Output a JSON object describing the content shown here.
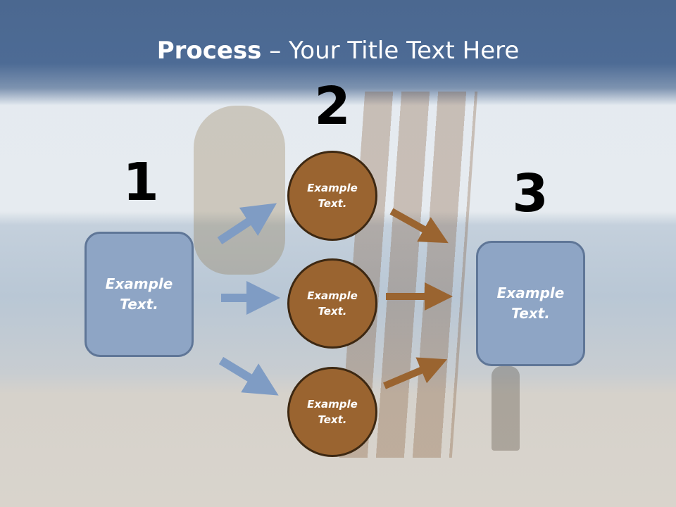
{
  "title": {
    "bold": "Process",
    "rest": " – Your Title Text Here"
  },
  "steps": [
    {
      "number": "1",
      "text_line1": "Example",
      "text_line2": "Text."
    },
    {
      "number": "2",
      "circles": [
        {
          "text_line1": "Example",
          "text_line2": "Text."
        },
        {
          "text_line1": "Example",
          "text_line2": "Text."
        },
        {
          "text_line1": "Example",
          "text_line2": "Text."
        }
      ]
    },
    {
      "number": "3",
      "text_line1": "Example",
      "text_line2": "Text."
    }
  ],
  "colors": {
    "header": "#4b6890",
    "box": "#8ea5c5",
    "circle": "#9a6430",
    "blue_arrow": "#7f9cc4",
    "brown_arrow": "#9a6430"
  }
}
